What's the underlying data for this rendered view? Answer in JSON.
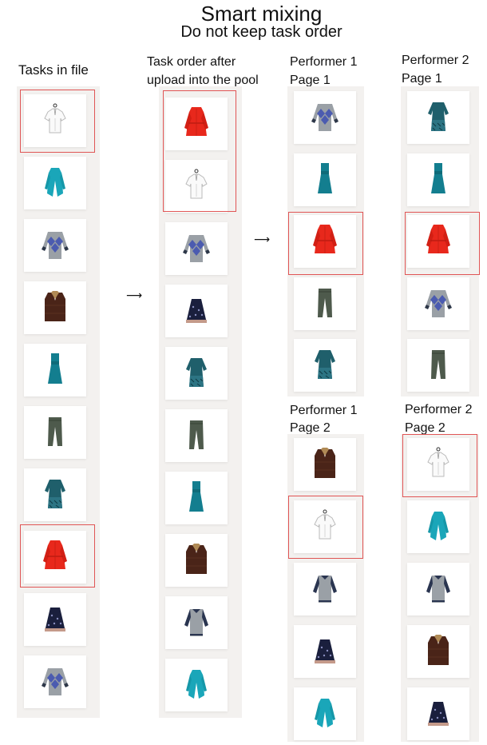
{
  "header": {
    "title": "Smart mixing",
    "subtitle": "Do not keep task order"
  },
  "columns": {
    "file": {
      "label": "Tasks in file"
    },
    "pool": {
      "label_line1": "Task order after",
      "label_line2": "upload into the pool"
    },
    "p1_page1": {
      "label_line1": "Performer 1",
      "label_line2": "Page 1"
    },
    "p2_page1": {
      "label_line1": "Performer 2",
      "label_line2": "Page 1"
    },
    "p1_page2": {
      "label_line1": "Performer 1",
      "label_line2": "Page 2"
    },
    "p2_page2": {
      "label_line1": "Performer 2",
      "label_line2": "Page 2"
    }
  },
  "arrows": {
    "glyph": "⟶"
  },
  "colors": {
    "highlight": "#e05555",
    "strip": "#f3f1ef"
  },
  "items": {
    "file": [
      "white-shirt",
      "teal-coat",
      "argyle-sweater",
      "brown-vest",
      "teal-dress",
      "gray-pants",
      "patterned-tunic",
      "red-coat",
      "navy-skirt",
      "argyle-sweater"
    ],
    "pool": [
      "red-coat",
      "white-shirt",
      "argyle-sweater",
      "navy-skirt",
      "patterned-tunic",
      "gray-pants",
      "teal-dress",
      "brown-vest",
      "raglan-sweater",
      "teal-coat"
    ],
    "p1_page1": [
      "argyle-sweater",
      "teal-dress",
      "red-coat",
      "gray-pants",
      "patterned-tunic"
    ],
    "p2_page1": [
      "patterned-tunic",
      "teal-dress",
      "red-coat",
      "argyle-sweater",
      "gray-pants"
    ],
    "p1_page2": [
      "brown-vest",
      "white-shirt",
      "raglan-sweater",
      "navy-skirt",
      "teal-coat"
    ],
    "p2_page2": [
      "white-shirt",
      "teal-coat",
      "raglan-sweater",
      "brown-vest",
      "navy-skirt"
    ]
  }
}
